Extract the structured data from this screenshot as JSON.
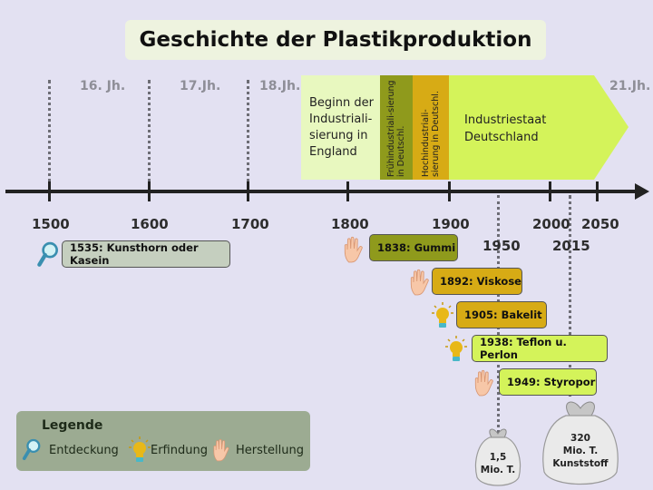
{
  "title": "Geschichte der Plastikproduktion",
  "centuries": [
    "16. Jh.",
    "17.Jh.",
    "18.Jh.",
    "21.Jh."
  ],
  "years": [
    "1500",
    "1600",
    "1700",
    "1800",
    "1900",
    "1950",
    "2000",
    "2015",
    "2050"
  ],
  "periods": {
    "industrialization_england": "Beginn der Industriali-sierung in England",
    "early_industrialization": "Frühindustriali-sierung in Deutschl.",
    "high_industrialization": "Hochindustriali-sierung in Deutschl.",
    "industrial_state": "Industriestaat Deutschland"
  },
  "events": [
    {
      "label": "1535: Kunsthorn oder Kasein",
      "type": "Entdeckung",
      "color": "#c5cfbf"
    },
    {
      "label": "1838: Gummi",
      "type": "Herstellung",
      "color": "#8f9a1c"
    },
    {
      "label": "1892: Viskose",
      "type": "Herstellung",
      "color": "#d7ab15"
    },
    {
      "label": "1905: Bakelit",
      "type": "Erfindung",
      "color": "#d7ab15"
    },
    {
      "label": "1938: Teflon u. Perlon",
      "type": "Erfindung",
      "color": "#d4f35a"
    },
    {
      "label": "1949: Styropor",
      "type": "Herstellung",
      "color": "#d4f35a"
    }
  ],
  "bags": [
    {
      "line1": "1,5",
      "line2": "Mio. T.",
      "line3": ""
    },
    {
      "line1": "320",
      "line2": "Mio. T.",
      "line3": "Kunststoff"
    }
  ],
  "legend": {
    "title": "Legende",
    "items": [
      "Entdeckung",
      "Erfindung",
      "Herstellung"
    ]
  },
  "icons": [
    "magnifier-icon",
    "lightbulb-icon",
    "hand-icon"
  ]
}
